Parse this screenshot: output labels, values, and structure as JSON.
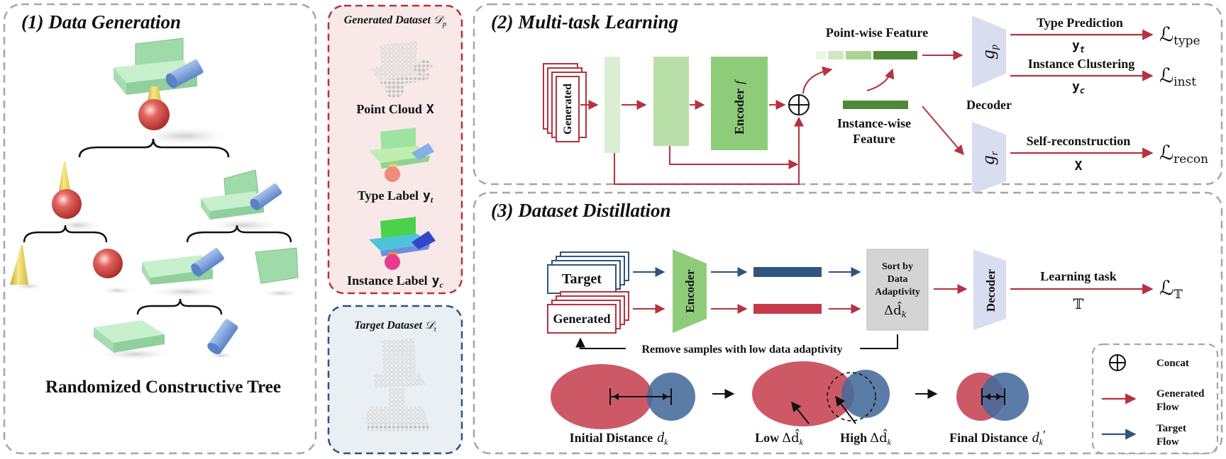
{
  "panel1": {
    "title": "(1) Data Generation",
    "caption": "Randomized Constructive Tree"
  },
  "dataset_p": {
    "title": "Generated Dataset",
    "title_symbol": "𝒟",
    "title_sub": "p",
    "items": [
      {
        "label": "Point Cloud",
        "symbol": "X"
      },
      {
        "label": "Type Label",
        "symbol": "y",
        "sub": "t"
      },
      {
        "label": "Instance Label",
        "symbol": "y",
        "sub": "c"
      }
    ]
  },
  "dataset_t": {
    "title": "Target Dataset",
    "title_symbol": "𝒟",
    "title_sub": "t"
  },
  "panel2": {
    "title": "(2) Multi-task Learning",
    "stack_label": "Generated",
    "encoder_label": "Encoder",
    "encoder_symbol": "f",
    "pointwise_label": "Point-wise Feature",
    "instancewise_label_1": "Instance-wise",
    "instancewise_label_2": "Feature",
    "decoder_label": "Decoder",
    "gp": "g",
    "gp_sub": "p",
    "gr": "g",
    "gr_sub": "r",
    "tasks": [
      {
        "name": "Type Prediction",
        "target": "y",
        "target_sub": "t",
        "loss": "ℒ",
        "loss_sub": "type"
      },
      {
        "name": "Instance Clustering",
        "target": "y",
        "target_sub": "c",
        "loss": "ℒ",
        "loss_sub": "inst"
      },
      {
        "name": "Self-reconstruction",
        "target": "X",
        "target_sub": "",
        "loss": "ℒ",
        "loss_sub": "recon"
      }
    ]
  },
  "panel3": {
    "title": "(3) Dataset Distillation",
    "target_stack": "Target",
    "generated_stack": "Generated",
    "encoder_label": "Encoder",
    "sort_lines": [
      "Sort by",
      "Data",
      "Adaptivity"
    ],
    "sort_symbol": "Δd̂",
    "sort_sub": "k",
    "decoder_label": "Decoder",
    "task_label": "Learning task",
    "task_symbol": "𝕋",
    "loss": "ℒ",
    "loss_sub": "𝕋",
    "remove_label": "Remove samples with low data adaptivity",
    "initial_label": "Initial Distance",
    "initial_sym": "d",
    "initial_sub": "k",
    "low_label": "Low",
    "high_label": "High",
    "delta_sym": "Δd̂",
    "delta_sub": "k",
    "final_label": "Final Distance",
    "final_sym": "d",
    "final_sub": "k",
    "final_prime": "′"
  },
  "legend": {
    "concat": "Concat",
    "generated_1": "Generated",
    "generated_2": "Flow",
    "target_1": "Target",
    "target_2": "Flow"
  },
  "colors": {
    "red_flow": "#b5323e",
    "blue_flow": "#2e5480",
    "light_green": "#d9eed2",
    "mid_green": "#b9dfa8",
    "dark_green": "#8ecc7a",
    "feature_green": "#4e8a35",
    "decoder_blue": "#d8def0",
    "red_ellipse": "#cd5967",
    "blue_ellipse": "#466a9c"
  }
}
